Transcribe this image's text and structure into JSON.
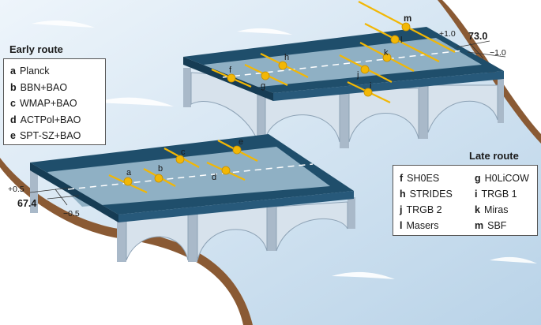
{
  "early_route": {
    "title": "Early route",
    "entries": [
      {
        "key": "a",
        "label": "Planck"
      },
      {
        "key": "b",
        "label": "BBN+BAO"
      },
      {
        "key": "c",
        "label": "WMAP+BAO"
      },
      {
        "key": "d",
        "label": "ACTPol+BAO"
      },
      {
        "key": "e",
        "label": "SPT-SZ+BAO"
      }
    ]
  },
  "late_route": {
    "title": "Late route",
    "entries": [
      {
        "key": "f",
        "label": "SH0ES"
      },
      {
        "key": "g",
        "label": "H0LiCOW"
      },
      {
        "key": "h",
        "label": "STRIDES"
      },
      {
        "key": "i",
        "label": "TRGB 1"
      },
      {
        "key": "j",
        "label": "TRGB 2"
      },
      {
        "key": "k",
        "label": "Miras"
      },
      {
        "key": "l",
        "label": "Masers"
      },
      {
        "key": "m",
        "label": "SBF"
      }
    ]
  },
  "early_bridge": {
    "center_value": "67.4",
    "plus_label": "+0.5",
    "minus_label": "−0.5",
    "point_labels": [
      "a",
      "b",
      "c",
      "d",
      "e"
    ]
  },
  "late_bridge": {
    "center_value": "73.0",
    "plus_label": "+1.0",
    "minus_label": "−1.0",
    "point_labels": [
      "f",
      "g",
      "h",
      "i",
      "j",
      "k",
      "l",
      "m"
    ]
  },
  "colors": {
    "deck_dark": "#1f4e6b",
    "deck_light": "#8fb0c4",
    "pillar": "#a9b9c9",
    "measurement": "#f2b705",
    "river": "#d6e6f3",
    "bank": "#8a5a34"
  }
}
